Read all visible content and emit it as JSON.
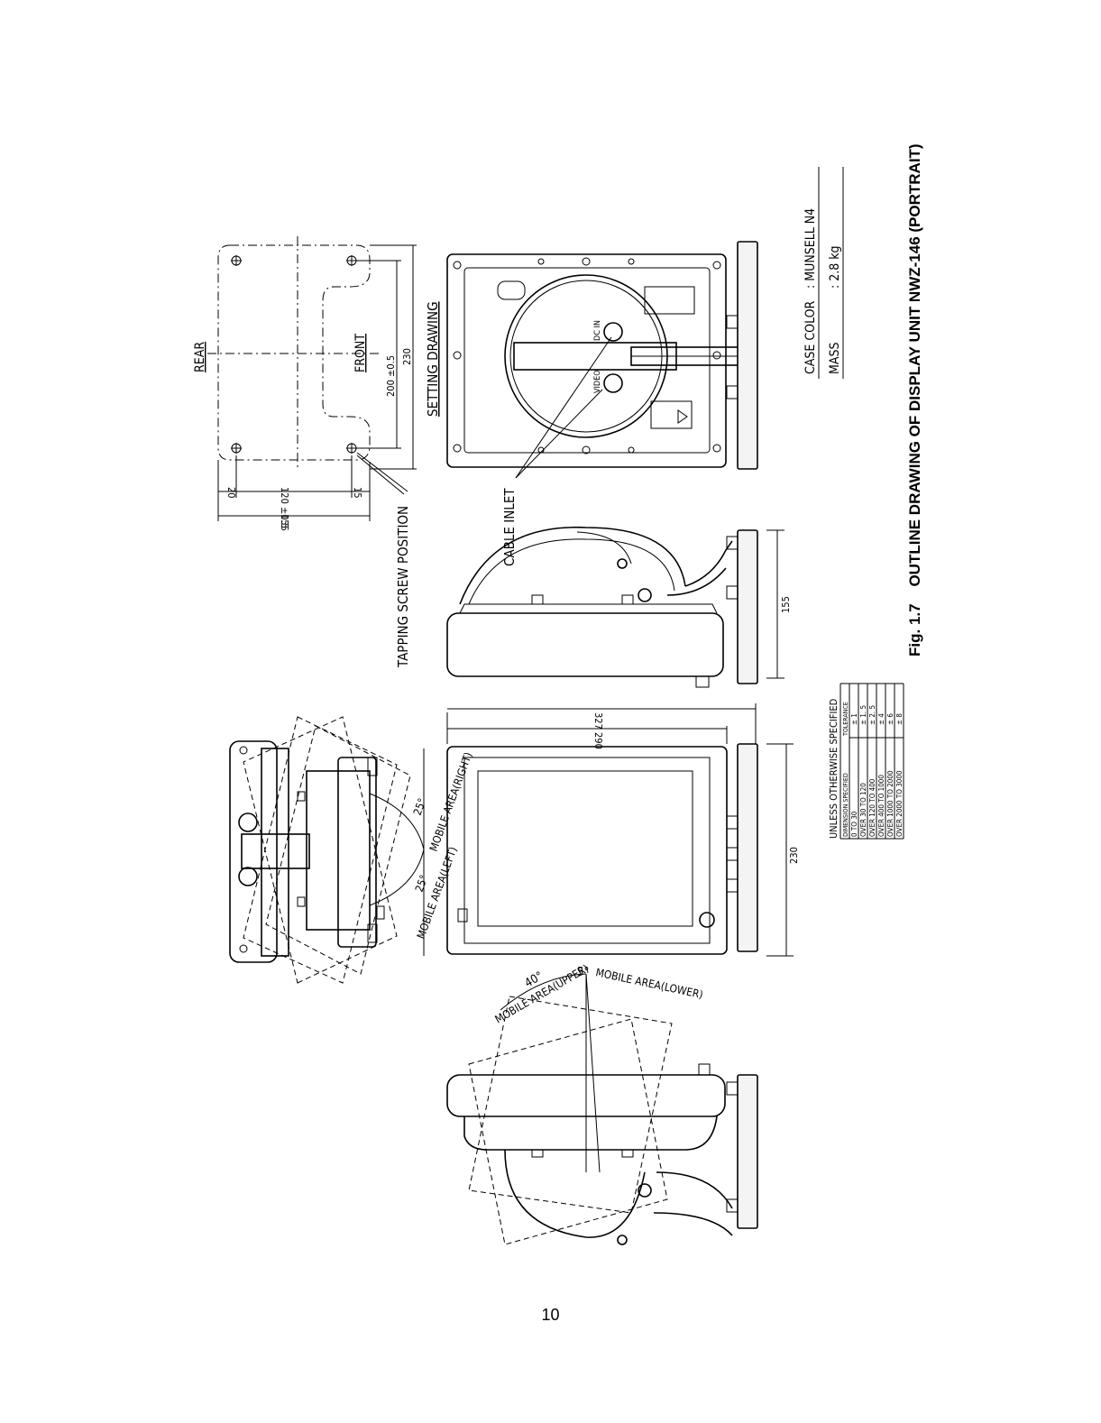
{
  "figure": {
    "caption": "Fig. 1.7    OUTLINE DRAWING OF DISPLAY UNIT NWZ-146 (PORTRAIT)"
  },
  "labels": {
    "rear": "REAR",
    "front": "FRONT",
    "setting_drawing": "SETTING DRAWING",
    "tapping_screw": "TAPPING SCREW POSITION",
    "cable_inlet": "CABLE INLET",
    "mobile_right": "MOBILE AREA(RIGHT)",
    "mobile_left": "MOBILE AREA(LEFT)",
    "mobile_upper": "MOBILE AREA(UPPER)",
    "mobile_lower": "MOBILE AREA(LOWER)",
    "angle_25_right": "25°",
    "angle_25_left": "25°",
    "angle_40": "40°",
    "angle_5": "5°",
    "connector_dc": "DC IN",
    "connector_video": "VIDEO"
  },
  "dimensions": {
    "d155_top": "155",
    "d20": "20",
    "d120": "120 ±0.5",
    "d15": "15",
    "d200": "200 ±0.5",
    "d230_top": "230",
    "d155_side": "155",
    "d327": "327",
    "d290": "290",
    "d230_front": "230"
  },
  "specs": {
    "case_color_label": "CASE COLOR",
    "case_color_value": ": MUNSELL  N4",
    "mass_label": "MASS",
    "mass_value": ":    2.8  kg"
  },
  "tolerance_table": {
    "title": "UNLESS OTHERWISE SPECIFIED",
    "headers": [
      "DIMENSION SPECIFIED",
      "TOLERANCE"
    ],
    "rows": [
      [
        "0    TO    30",
        "± 1"
      ],
      [
        "OVER  30    TO    120",
        "± 1. 5"
      ],
      [
        "OVER  120   TO    400",
        "± 2. 5"
      ],
      [
        "OVER  400   TO    1000",
        "± 4"
      ],
      [
        "OVER 1000   TO    2000",
        "± 6"
      ],
      [
        "OVER 2000   TO    3000",
        "± 8"
      ]
    ]
  },
  "page_number": "10"
}
